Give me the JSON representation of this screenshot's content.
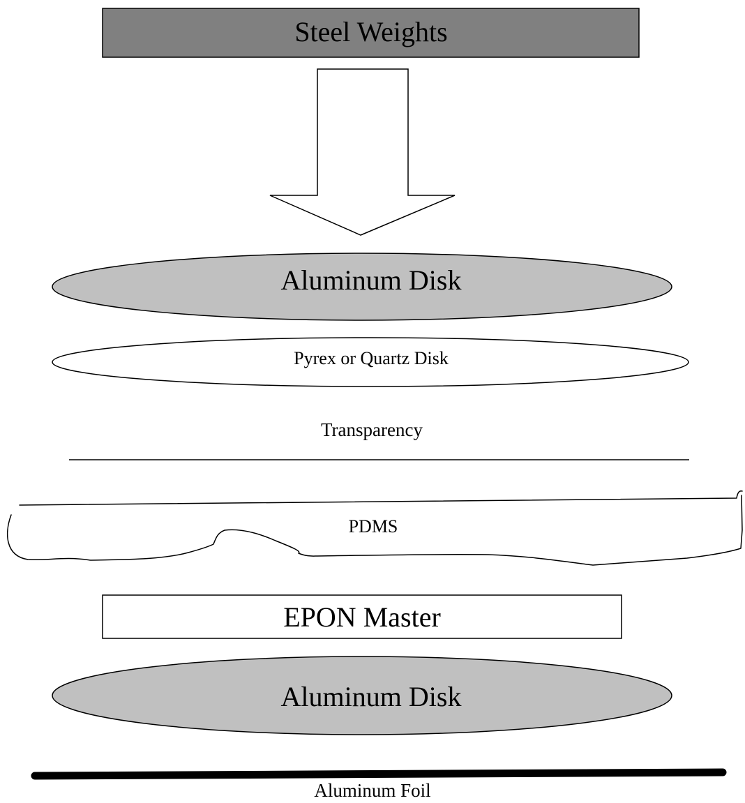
{
  "diagram": {
    "layers": {
      "steel_weights": "Steel Weights",
      "aluminum_disk_top": "Aluminum Disk",
      "pyrex_quartz_disk": "Pyrex or Quartz Disk",
      "transparency": "Transparency",
      "pdms": "PDMS",
      "epon_master": "EPON Master",
      "aluminum_disk_bottom": "Aluminum Disk",
      "aluminum_foil": "Aluminum Foil"
    },
    "colors": {
      "steel_fill": "#808080",
      "aluminum_fill": "#c0c0c0",
      "outline": "#000000",
      "background": "#ffffff"
    }
  }
}
